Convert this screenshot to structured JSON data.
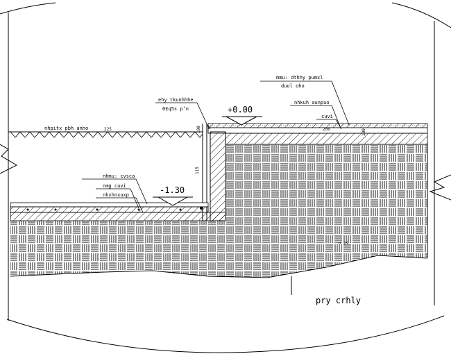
{
  "elevations": {
    "upper": "+0.00",
    "lower": "-1.30"
  },
  "labels": {
    "ground_text": "nhpitx pbh anho",
    "ground_dim": "225",
    "top_note_line1": "mmu: dthhy pumxl",
    "top_note_line2": "duol oho",
    "sealant_line1": "ehy tkunhhhe",
    "sealant_line2": "0£q5s p’n",
    "gravel": "nhkuh aunpuo",
    "cuvi_upper": "cuvi",
    "dim_slab": "200",
    "dim_edge": "100",
    "dim_step": "115",
    "dim_small_a": "100",
    "dim_small_b": "8",
    "lower_note_1": "nhmu: cvsca",
    "lower_note_2": "nmg cuvi",
    "lower_note_3": "nhxhnxuxp",
    "soil_note": "ơ ps",
    "bottom_text": "pry crhly"
  },
  "colors": {
    "line": "#000000",
    "background": "#ffffff"
  }
}
